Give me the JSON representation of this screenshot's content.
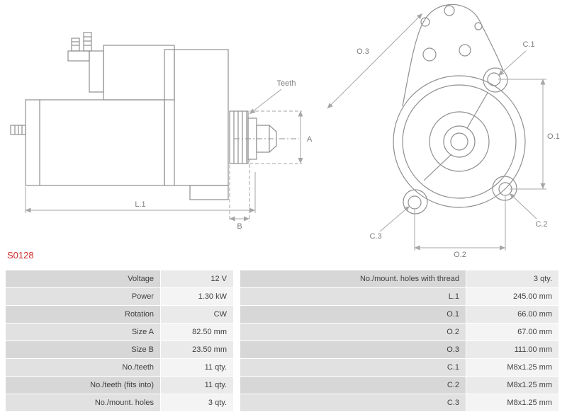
{
  "part_number": "S0128",
  "colors": {
    "part_number_red": "#cc2b2b",
    "drawing_gray": "#8f8f8f",
    "dimension_gray": "#a6a6a6",
    "label_cell_bg": "#d7d7d7",
    "value_cell_bg": "#eaeaea"
  },
  "drawing": {
    "side_view_labels": {
      "teeth": "Teeth",
      "l1": "L.1",
      "a": "A",
      "b": "B"
    },
    "front_view_labels": {
      "o1": "O.1",
      "o2": "O.2",
      "o3": "O.3",
      "c1": "C.1",
      "c2": "C.2",
      "c3": "C.3"
    }
  },
  "spec_table": {
    "left_rows": [
      {
        "label": "Voltage",
        "value": "12 V"
      },
      {
        "label": "Power",
        "value": "1.30 kW"
      },
      {
        "label": "Rotation",
        "value": "CW"
      },
      {
        "label": "Size A",
        "value": "82.50 mm"
      },
      {
        "label": "Size B",
        "value": "23.50 mm"
      },
      {
        "label": "No./teeth",
        "value": "11 qty."
      },
      {
        "label": "No./teeth (fits into)",
        "value": "11 qty."
      },
      {
        "label": "No./mount. holes",
        "value": "3 qty."
      }
    ],
    "right_rows": [
      {
        "label": "No./mount. holes with thread",
        "value": "3 qty."
      },
      {
        "label": "L.1",
        "value": "245.00 mm"
      },
      {
        "label": "O.1",
        "value": "66.00 mm"
      },
      {
        "label": "O.2",
        "value": "67.00 mm"
      },
      {
        "label": "O.3",
        "value": "111.00 mm"
      },
      {
        "label": "C.1",
        "value": "M8x1.25 mm"
      },
      {
        "label": "C.2",
        "value": "M8x1.25 mm"
      },
      {
        "label": "C.3",
        "value": "M8x1.25 mm"
      }
    ]
  }
}
